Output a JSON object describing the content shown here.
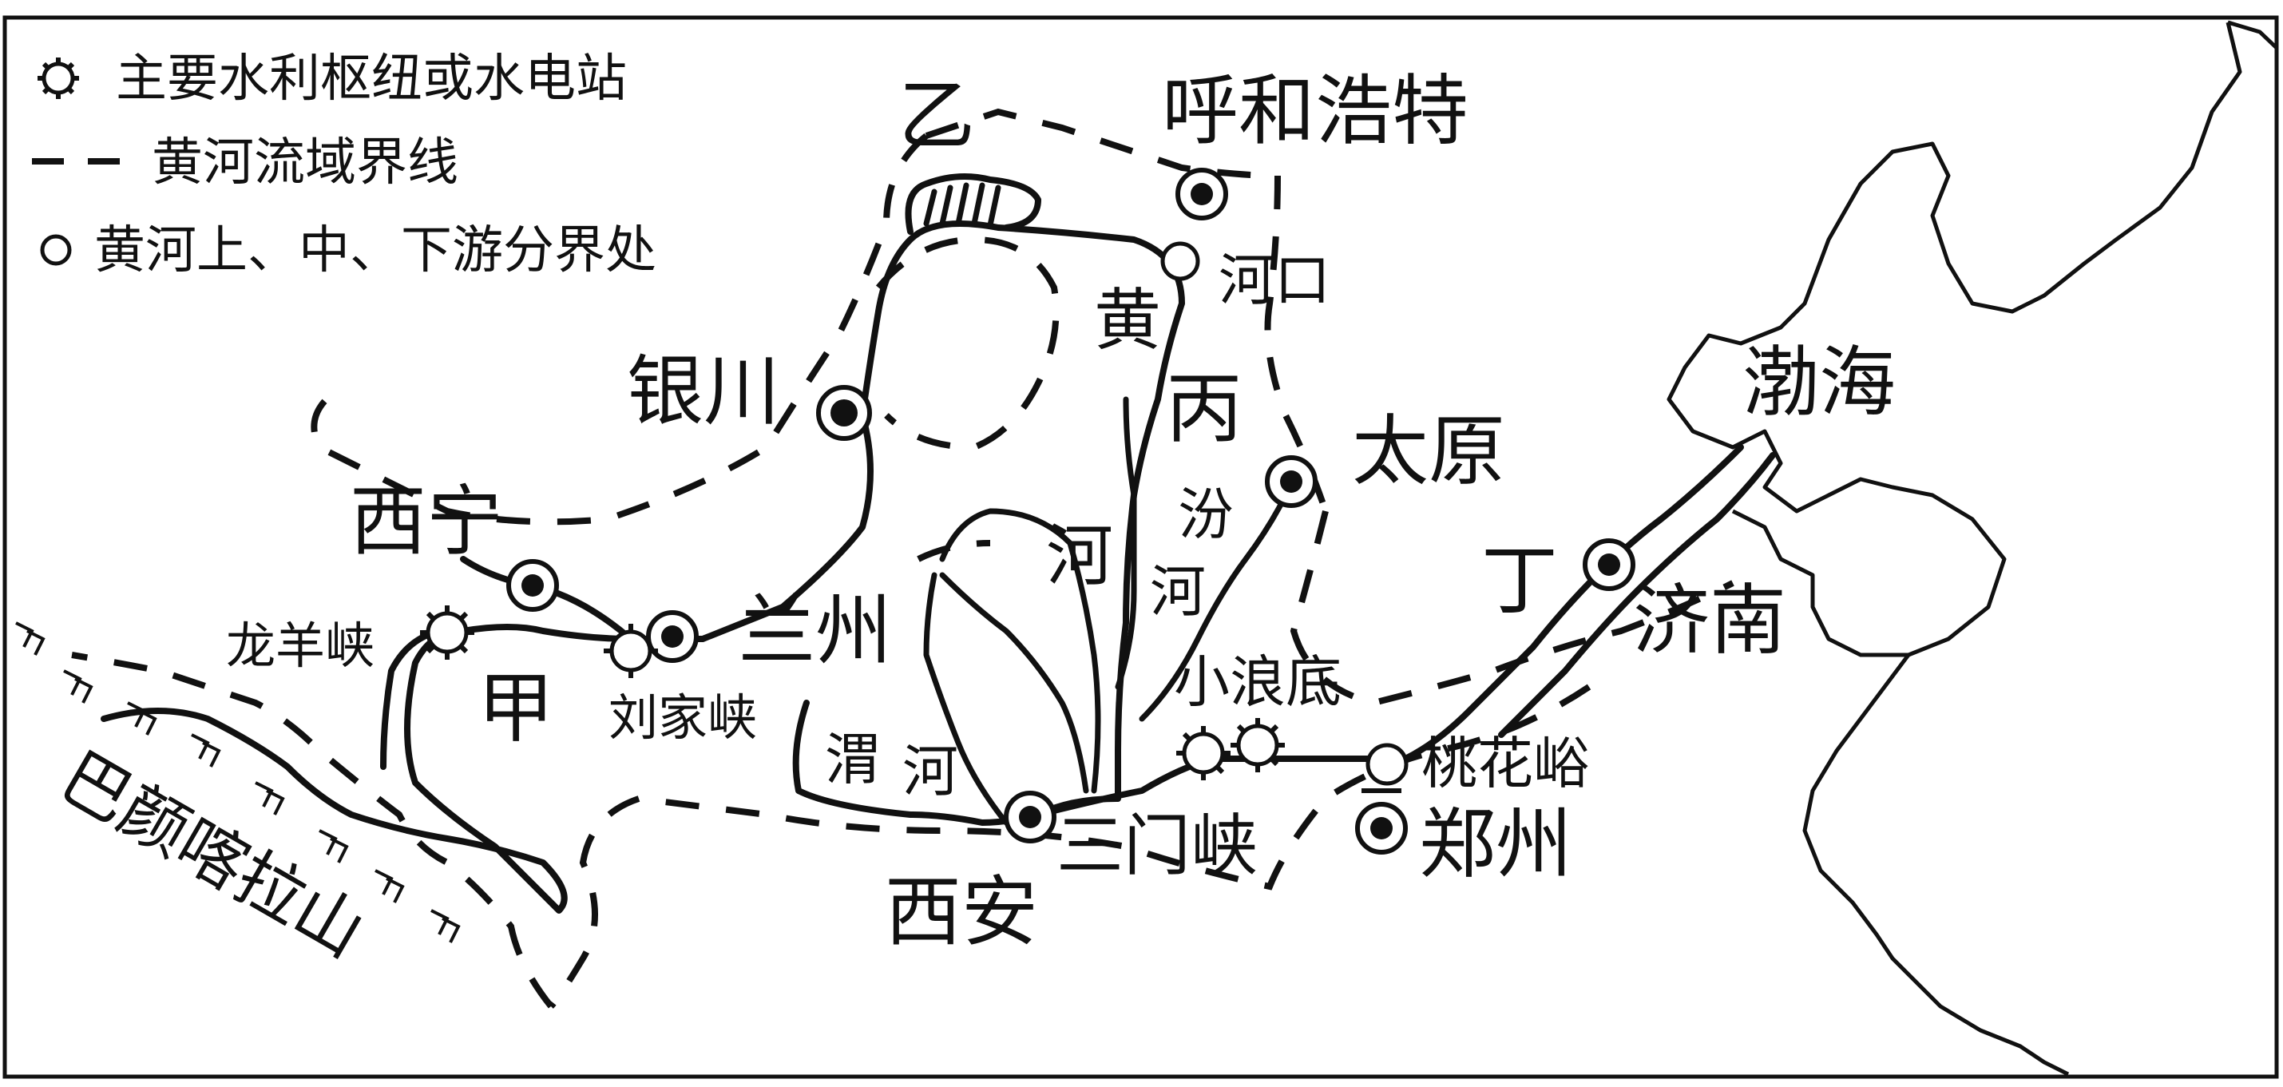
{
  "legend": {
    "dam": "主要水利枢纽或水电站",
    "boundary": "黄河流域界线",
    "division": "黄河上、中、下游分界处"
  },
  "cities": {
    "hohhot": "呼和浩特",
    "yinchuan": "银川",
    "xining": "西宁",
    "lanzhou": "兰州",
    "taiyuan": "太原",
    "jinan": "济南",
    "xian": "西安",
    "zhengzhou": "郑州"
  },
  "places": {
    "hekou": "河口",
    "taohuayu": "桃花峪",
    "longyangxia": "龙羊峡",
    "liujiaxia": "刘家峡",
    "xiaolangdi": "小浪底",
    "sanmenxia": "三门峡"
  },
  "markers": {
    "yi": "乙",
    "bing": "丙",
    "jia": "甲",
    "ding": "丁"
  },
  "features": {
    "river_huang_1": "黄",
    "river_huang_2": "河",
    "river_fen_1": "汾",
    "river_fen_2": "河",
    "river_wei_1": "渭",
    "river_wei_2": "河",
    "sea": "渤海",
    "mountain": "巴颜喀拉山"
  }
}
